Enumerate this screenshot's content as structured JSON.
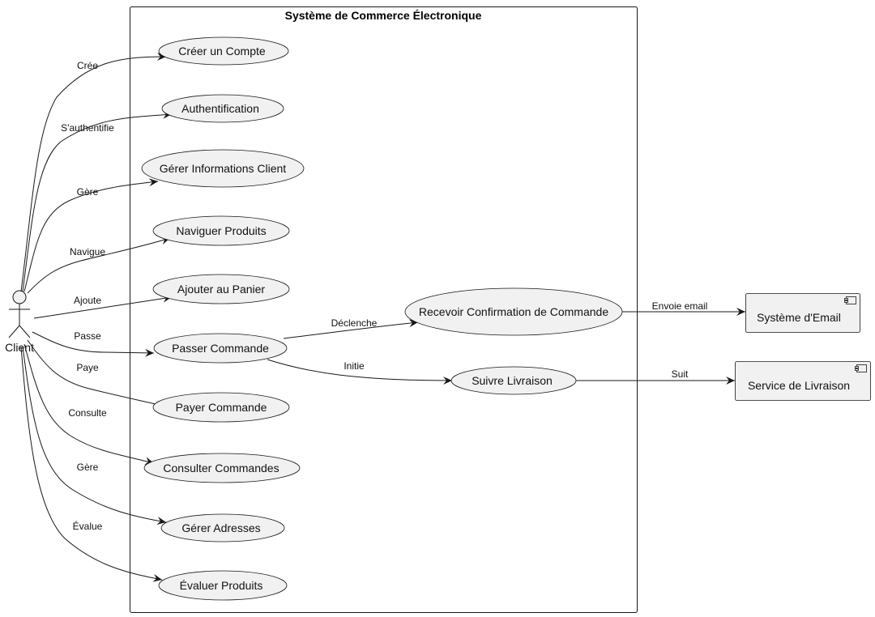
{
  "diagram": {
    "title": "Système de Commerce Électronique",
    "actor": {
      "name": "Client"
    },
    "use_cases": {
      "creer_compte": "Créer un Compte",
      "authentification": "Authentification",
      "gerer_infos": "Gérer Informations Client",
      "naviguer": "Naviguer Produits",
      "ajouter_panier": "Ajouter au Panier",
      "passer_commande": "Passer Commande",
      "payer_commande": "Payer Commande",
      "consulter_commandes": "Consulter Commandes",
      "gerer_adresses": "Gérer Adresses",
      "evaluer_produits": "Évaluer Produits",
      "recevoir_confirmation": "Recevoir Confirmation de Commande",
      "suivre_livraison": "Suivre Livraison"
    },
    "components": {
      "email": "Système d'Email",
      "livraison": "Service de Livraison"
    },
    "edge_labels": {
      "cree": "Crée",
      "authentifie": "S'authentifie",
      "gere_infos": "Gère",
      "navigue": "Navigue",
      "ajoute": "Ajoute",
      "passe": "Passe",
      "paye": "Paye",
      "consulte": "Consulte",
      "gere_adresses": "Gère",
      "evalue": "Évalue",
      "declenche": "Déclenche",
      "initie": "Initie",
      "envoie_email": "Envoie email",
      "suit": "Suit"
    }
  }
}
